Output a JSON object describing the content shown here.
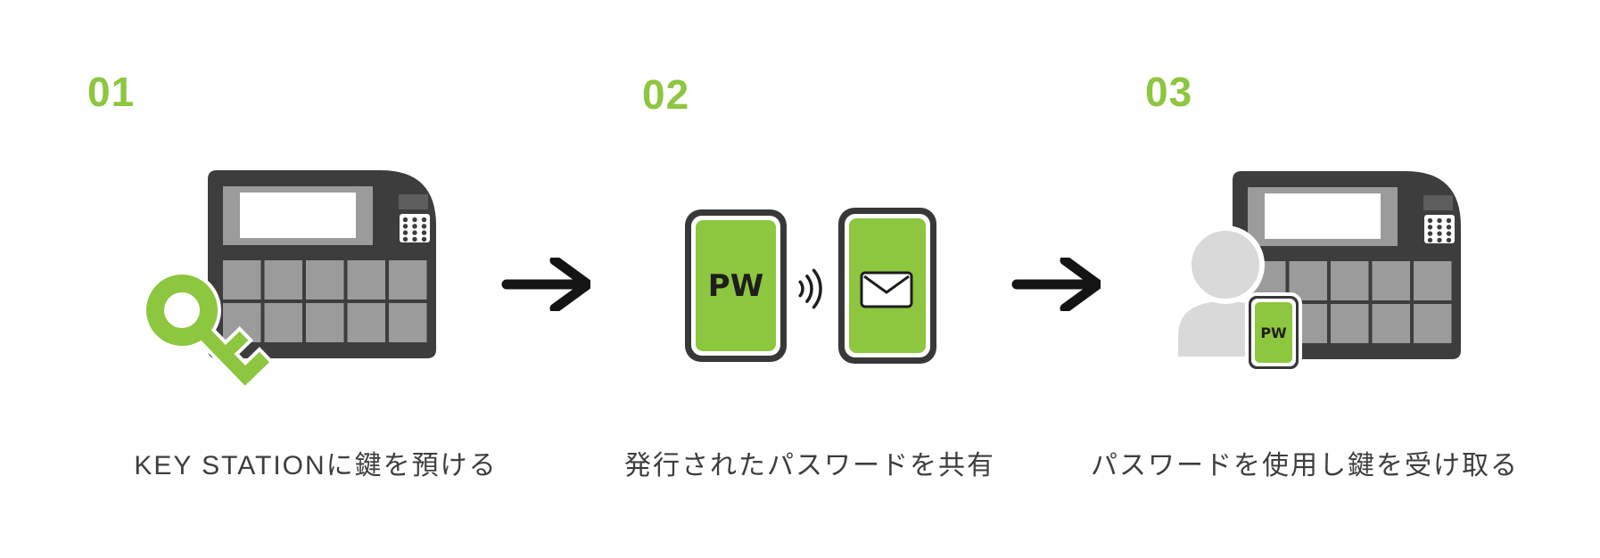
{
  "steps": [
    {
      "number": "01",
      "caption": "KEY STATIONに鍵を預ける"
    },
    {
      "number": "02",
      "caption": "発行されたパスワードを共有"
    },
    {
      "number": "03",
      "caption": "パスワードを使用し鍵を受け取る"
    }
  ],
  "illustrations": {
    "step1": {
      "icons": [
        "key-station-icon",
        "key-icon"
      ]
    },
    "step2": {
      "icons": [
        "sender-phone-icon",
        "signal-waves-icon",
        "receiver-phone-icon",
        "mail-icon"
      ],
      "sender_screen_label": "PW"
    },
    "step3": {
      "icons": [
        "person-icon",
        "pw-phone-icon",
        "key-station-icon"
      ],
      "phone_screen_label": "PW"
    }
  },
  "connectors": {
    "icon": "arrow-right-icon",
    "count": 2
  },
  "colors": {
    "accent_green": "#8dc63f",
    "device_charcoal": "#3d3d3d",
    "locker_gray": "#9b9b9b",
    "slot_gray": "#5d5d5d",
    "screen_white": "#ffffff",
    "person_gray": "#d9d9d9",
    "ink": "#3d3d3d",
    "arrow_black": "#141414",
    "background": "#ffffff"
  }
}
